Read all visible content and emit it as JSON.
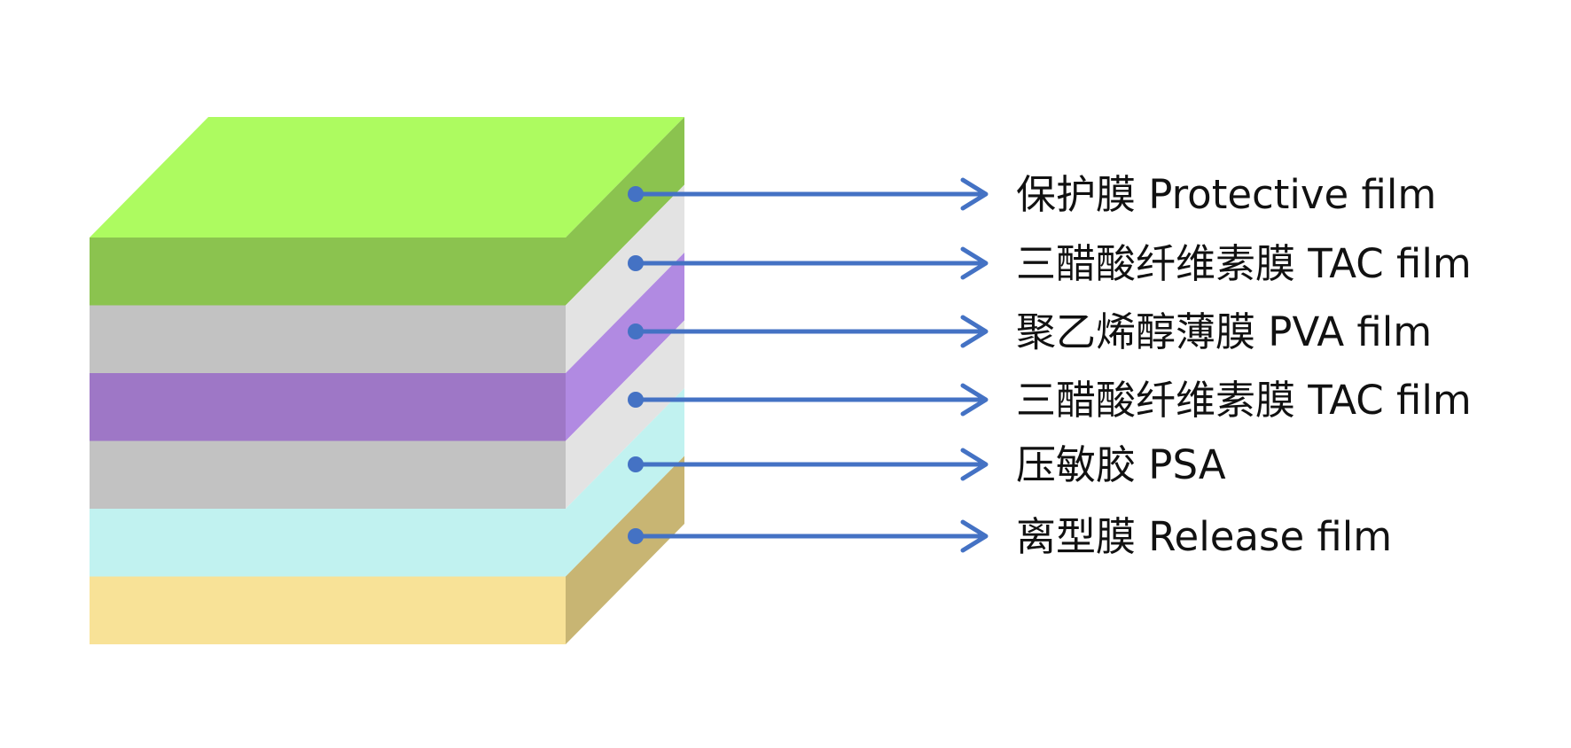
{
  "diagram": {
    "layers": [
      {
        "label": "保护膜 Protective film",
        "front_color": "#8BC34F",
        "side_color": "#8BC34F",
        "top_color": "#ADFB60"
      },
      {
        "label": "三醋酸纤维素膜 TAC film",
        "front_color": "#C2C2C2",
        "side_color": "#E3E3E3"
      },
      {
        "label": "聚乙烯醇薄膜 PVA film",
        "front_color": "#9E77C6",
        "side_color": "#B18AE2"
      },
      {
        "label": "三醋酸纤维素膜 TAC film",
        "front_color": "#C2C2C2",
        "side_color": "#E3E3E3"
      },
      {
        "label": "压敏胶 PSA",
        "front_color": "#C1F2F0",
        "side_color": "#C1F2F0"
      },
      {
        "label": "离型膜 Release film",
        "front_color": "#F8E297",
        "side_color": "#C8B573"
      }
    ],
    "arrow_color": "#4472C4"
  }
}
